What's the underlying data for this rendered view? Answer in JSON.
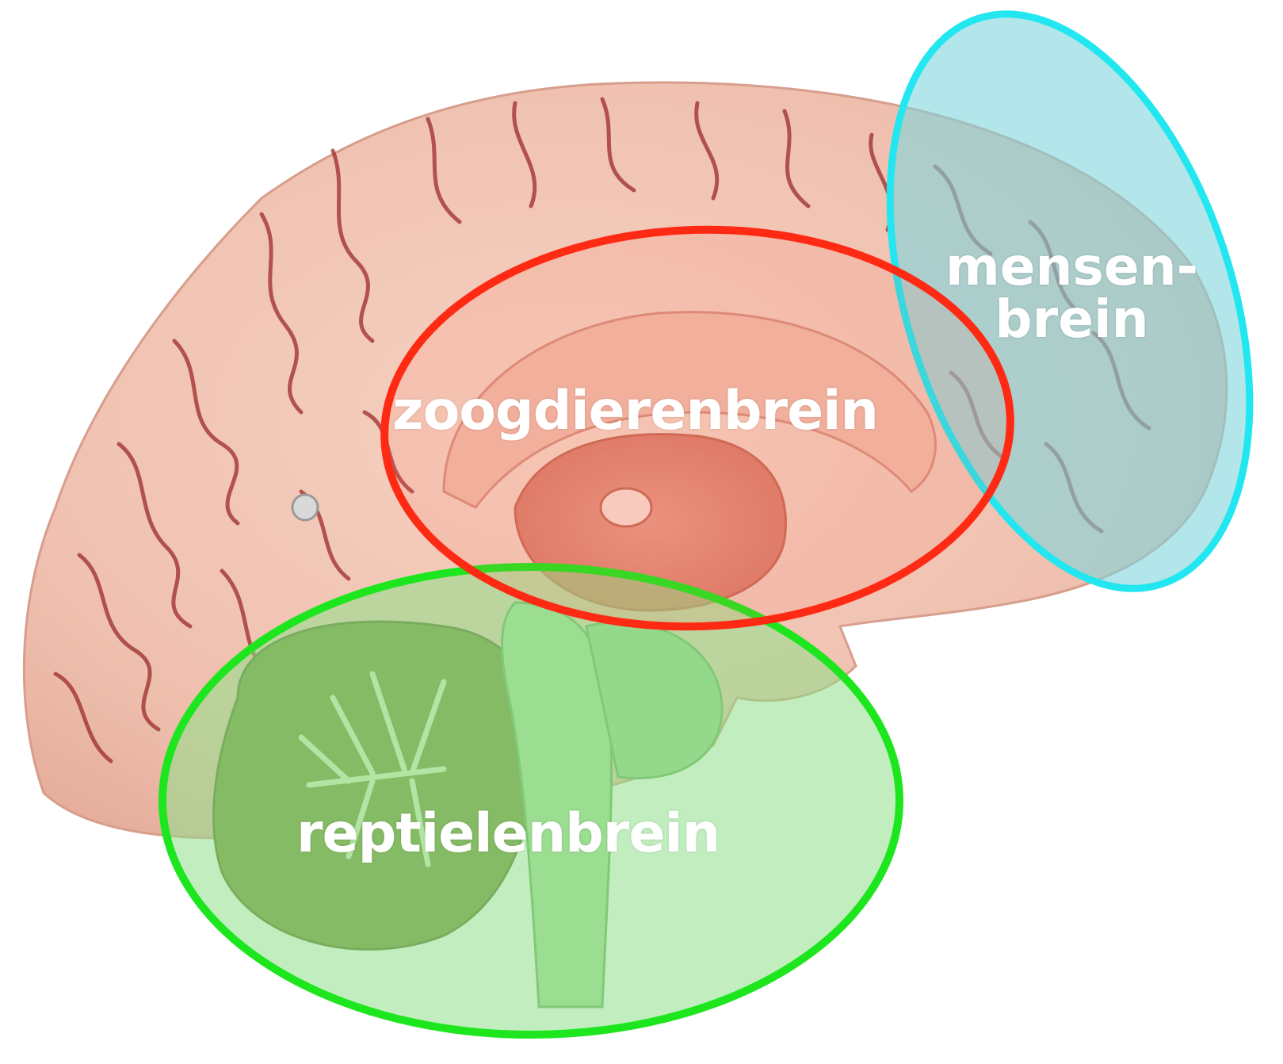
{
  "labels": {
    "limbic": "zoogdierenbrein",
    "reptilian": "reptielenbrein",
    "human_line1": "mensen-",
    "human_line2": "brein"
  },
  "colors": {
    "limbic_ring": "#ff2a14",
    "reptilian_ring": "#1ee61e",
    "reptilian_fill": "#8fe08a",
    "human_ring": "#22e6f0",
    "human_fill": "#7fd6dc",
    "brain_tissue": "#f2c3b1",
    "sulci": "#9c2b2b"
  },
  "icons": [
    "brain-model-illustration"
  ]
}
